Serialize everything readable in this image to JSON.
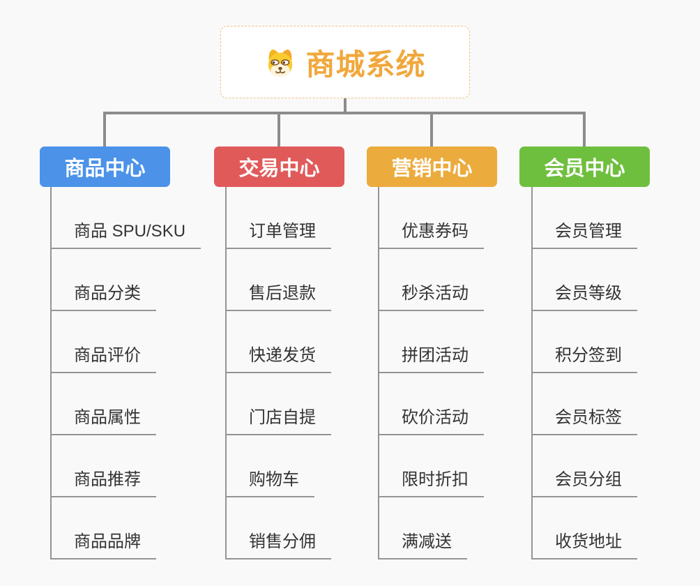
{
  "root": {
    "title": "商城系统",
    "icon": "doge-face-icon",
    "accent_color": "#f0a83c",
    "border_color": "#f0c080"
  },
  "connector_color": "#8c8c8c",
  "background_color": "#f9f9f9",
  "branches": [
    {
      "label": "商品中心",
      "color": "#4b92e8",
      "items": [
        "商品 SPU/SKU",
        "商品分类",
        "商品评价",
        "商品属性",
        "商品推荐",
        "商品品牌"
      ]
    },
    {
      "label": "交易中心",
      "color": "#e15a5a",
      "items": [
        "订单管理",
        "售后退款",
        "快递发货",
        "门店自提",
        "购物车",
        "销售分佣"
      ]
    },
    {
      "label": "营销中心",
      "color": "#ebab3d",
      "items": [
        "优惠券码",
        "秒杀活动",
        "拼团活动",
        "砍价活动",
        "限时折扣",
        "满减送"
      ]
    },
    {
      "label": "会员中心",
      "color": "#6fbf3f",
      "items": [
        "会员管理",
        "会员等级",
        "积分签到",
        "会员标签",
        "会员分组",
        "收货地址"
      ]
    }
  ]
}
